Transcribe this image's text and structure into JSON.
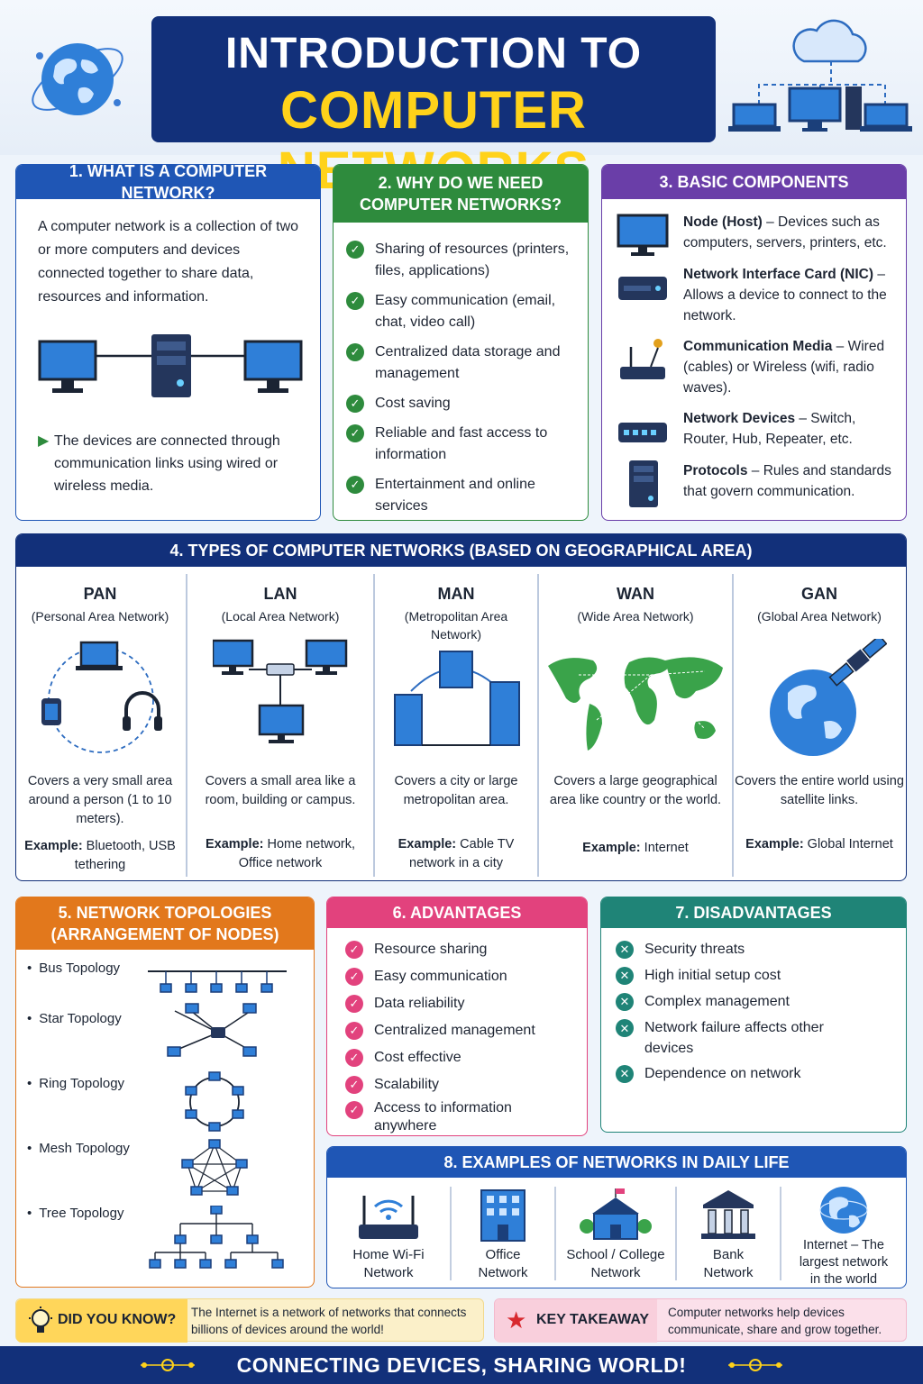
{
  "header": {
    "title_line1": "INTRODUCTION TO",
    "title_line2": "COMPUTER NETWORKS"
  },
  "colors": {
    "navy": "#12307a",
    "blue": "#1f56b5",
    "green": "#2e8b3d",
    "purple": "#6a3ea8",
    "orange": "#e2781c",
    "pink": "#e2427d",
    "teal": "#1f8477",
    "yellow": "#ffd21a"
  },
  "section1": {
    "title": "1. WHAT IS A COMPUTER NETWORK?",
    "paragraph": "A computer network is a collection of two or more computers and devices connected together to share data, resources and information.",
    "note": "The devices are connected through communication links using wired or wireless media."
  },
  "section2": {
    "title": "2. WHY DO WE NEED COMPUTER NETWORKS?",
    "items": [
      "Sharing of resources (printers, files, applications)",
      "Easy communication (email, chat, video call)",
      "Centralized data storage and management",
      "Cost saving",
      "Reliable and fast access to information",
      "Entertainment and online services"
    ]
  },
  "section3": {
    "title": "3. BASIC COMPONENTS",
    "items": [
      {
        "name": "Node (Host)",
        "desc": " – Devices such as computers, servers, printers, etc."
      },
      {
        "name": "Network Interface Card (NIC)",
        "desc": " – Allows a device to connect to the network."
      },
      {
        "name": "Communication Media",
        "desc": " – Wired (cables) or Wireless (wifi, radio waves)."
      },
      {
        "name": "Network Devices",
        "desc": " – Switch, Router, Hub, Repeater, etc."
      },
      {
        "name": "Protocols",
        "desc": " – Rules and standards that govern communication."
      }
    ]
  },
  "section4": {
    "title": "4. TYPES OF COMPUTER NETWORKS (BASED ON GEOGRAPHICAL AREA)",
    "types": [
      {
        "name": "PAN",
        "full": "(Personal Area Network)",
        "desc": "Covers a very small area around a person (1 to 10 meters).",
        "example_label": "Example:",
        "example": " Bluetooth, USB tethering"
      },
      {
        "name": "LAN",
        "full": "(Local Area Network)",
        "desc": "Covers a small area like a room, building or campus.",
        "example_label": "Example:",
        "example": " Home network, Office network"
      },
      {
        "name": "MAN",
        "full": "(Metropolitan Area Network)",
        "desc": "Covers a city or large metropolitan area.",
        "example_label": "Example:",
        "example": " Cable TV network in a city"
      },
      {
        "name": "WAN",
        "full": "(Wide Area Network)",
        "desc": "Covers a large geographical area like country or the world.",
        "example_label": "Example:",
        "example": " Internet"
      },
      {
        "name": "GAN",
        "full": "(Global Area Network)",
        "desc": "Covers the entire world using satellite links.",
        "example_label": "Example:",
        "example": " Global Internet"
      }
    ]
  },
  "section5": {
    "title": "5. NETWORK TOPOLOGIES (ARRANGEMENT OF NODES)",
    "items": [
      "Bus Topology",
      "Star Topology",
      "Ring Topology",
      "Mesh Topology",
      "Tree Topology"
    ]
  },
  "section6": {
    "title": "6. ADVANTAGES",
    "items": [
      "Resource sharing",
      "Easy communication",
      "Data reliability",
      "Centralized management",
      "Cost effective",
      "Scalability",
      "Access to information anywhere"
    ]
  },
  "section7": {
    "title": "7. DISADVANTAGES",
    "items": [
      "Security threats",
      "High initial setup cost",
      "Complex management",
      "Network failure affects other devices",
      "Dependence on network"
    ]
  },
  "section8": {
    "title": "8. EXAMPLES OF NETWORKS IN DAILY LIFE",
    "items": [
      "Home Wi-Fi Network",
      "Office Network",
      "School / College Network",
      "Bank Network",
      "Internet – The largest network in the world"
    ]
  },
  "did_you_know": {
    "label": "DID YOU KNOW?",
    "text": "The Internet is a network of networks that connects billions of devices around the world!"
  },
  "key_takeaway": {
    "label": "KEY TAKEAWAY",
    "text": "Computer networks help devices communicate, share and grow together."
  },
  "footer": {
    "text": "CONNECTING DEVICES, SHARING WORLD!"
  }
}
